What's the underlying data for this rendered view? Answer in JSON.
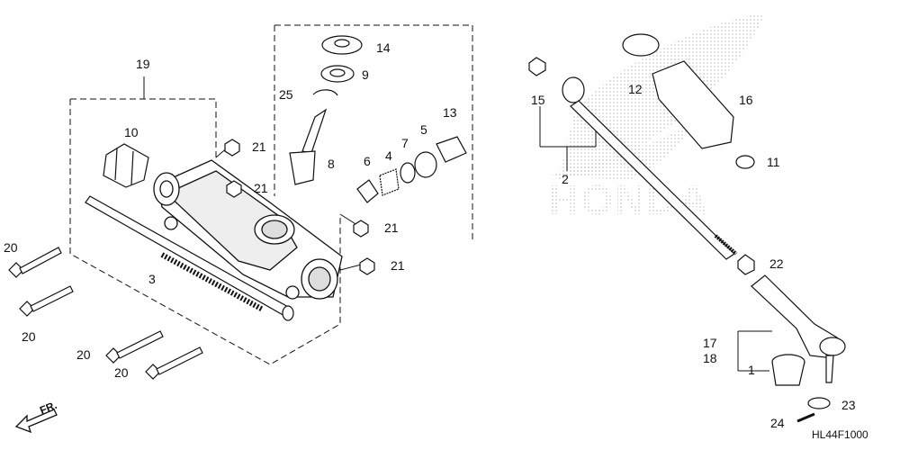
{
  "diagram": {
    "figure_code": "HL44F1000",
    "direction_label": "FR.",
    "watermark_text": "HONDA",
    "callouts": [
      "1",
      "2",
      "3",
      "4",
      "5",
      "6",
      "7",
      "8",
      "9",
      "10",
      "11",
      "12",
      "13",
      "14",
      "15",
      "16",
      "17",
      "18",
      "19",
      "20",
      "21",
      "22",
      "23",
      "24",
      "25"
    ],
    "colors": {
      "line": "#111111",
      "part_fill": "#ffffff",
      "shade": "#cfcfcf",
      "watermark": "#d8d8d8"
    }
  }
}
